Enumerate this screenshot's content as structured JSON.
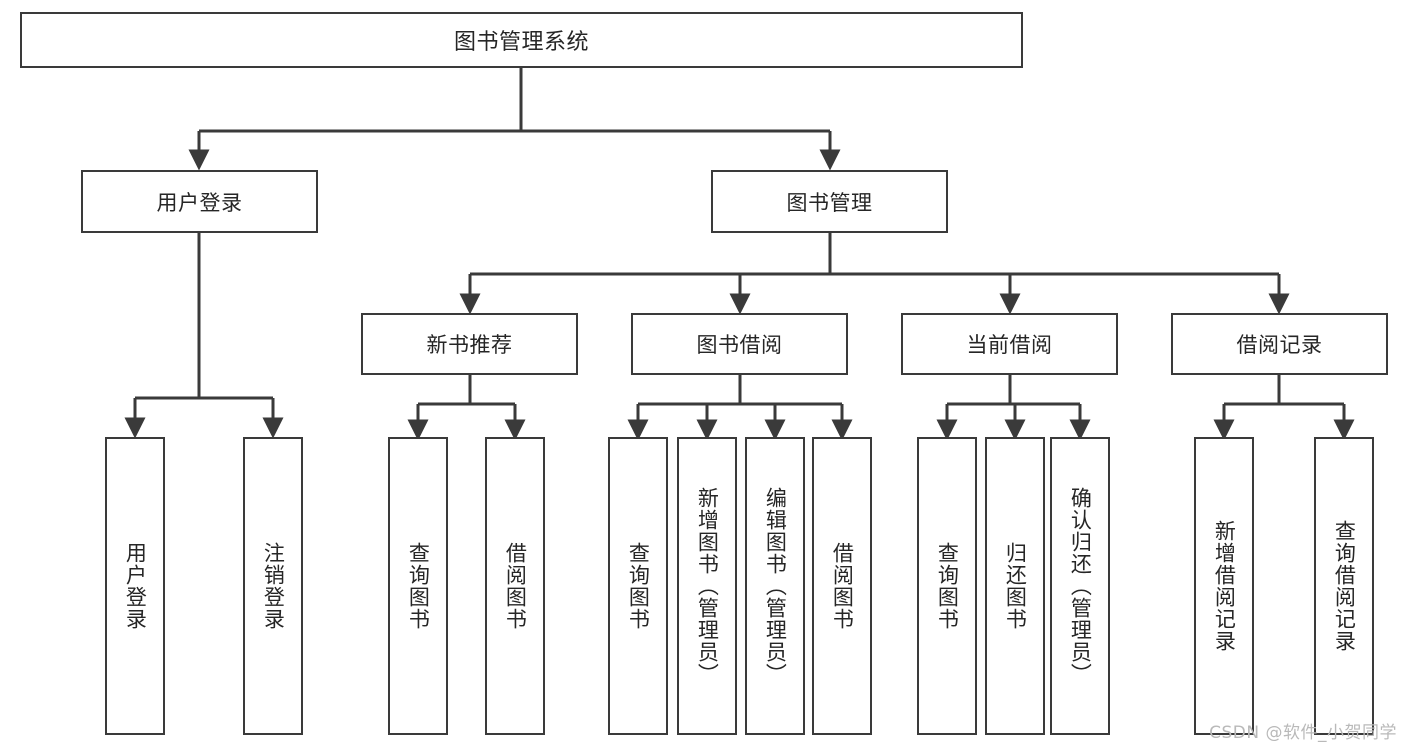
{
  "diagram": {
    "title": "图书管理系统",
    "type": "tree",
    "colors": {
      "box_border": "#3a3a3a",
      "box_fill": "#ffffff",
      "connector": "#3a3a3a",
      "text": "#262626",
      "watermark": "#b9b9b9",
      "background": "#ffffff"
    },
    "root": {
      "label": "图书管理系统"
    },
    "level2": [
      {
        "label": "用户登录"
      },
      {
        "label": "图书管理"
      }
    ],
    "level3": [
      {
        "label": "新书推荐"
      },
      {
        "label": "图书借阅"
      },
      {
        "label": "当前借阅"
      },
      {
        "label": "借阅记录"
      }
    ],
    "leaves": {
      "user_login": [
        {
          "label": "用户登录"
        },
        {
          "label": "注销登录"
        }
      ],
      "new_book": [
        {
          "label": "查询图书"
        },
        {
          "label": "借阅图书"
        }
      ],
      "book_borrow": [
        {
          "label": "查询图书"
        },
        {
          "label": "新增图书（管理员）"
        },
        {
          "label": "编辑图书（管理员）"
        },
        {
          "label": "借阅图书"
        }
      ],
      "current_borrow": [
        {
          "label": "查询图书"
        },
        {
          "label": "归还图书"
        },
        {
          "label": "确认归还（管理员）"
        }
      ],
      "borrow_record": [
        {
          "label": "新增借阅记录"
        },
        {
          "label": "查询借阅记录"
        }
      ]
    },
    "watermark": "CSDN @软件_小贺同学"
  },
  "chart_data": {
    "type": "table",
    "title": "图书管理系统",
    "nodes": [
      {
        "id": "root",
        "label": "图书管理系统",
        "level": 1,
        "parent": null
      },
      {
        "id": "l2-1",
        "label": "用户登录",
        "level": 2,
        "parent": "root"
      },
      {
        "id": "l2-2",
        "label": "图书管理",
        "level": 2,
        "parent": "root"
      },
      {
        "id": "l3-1",
        "label": "新书推荐",
        "level": 3,
        "parent": "l2-2"
      },
      {
        "id": "l3-2",
        "label": "图书借阅",
        "level": 3,
        "parent": "l2-2"
      },
      {
        "id": "l3-3",
        "label": "当前借阅",
        "level": 3,
        "parent": "l2-2"
      },
      {
        "id": "l3-4",
        "label": "借阅记录",
        "level": 3,
        "parent": "l2-2"
      },
      {
        "id": "l4-1",
        "label": "用户登录",
        "level": 4,
        "parent": "l2-1"
      },
      {
        "id": "l4-2",
        "label": "注销登录",
        "level": 4,
        "parent": "l2-1"
      },
      {
        "id": "l4-3",
        "label": "查询图书",
        "level": 4,
        "parent": "l3-1"
      },
      {
        "id": "l4-4",
        "label": "借阅图书",
        "level": 4,
        "parent": "l3-1"
      },
      {
        "id": "l4-5",
        "label": "查询图书",
        "level": 4,
        "parent": "l3-2"
      },
      {
        "id": "l4-6",
        "label": "新增图书（管理员）",
        "level": 4,
        "parent": "l3-2"
      },
      {
        "id": "l4-7",
        "label": "编辑图书（管理员）",
        "level": 4,
        "parent": "l3-2"
      },
      {
        "id": "l4-8",
        "label": "借阅图书",
        "level": 4,
        "parent": "l3-2"
      },
      {
        "id": "l4-9",
        "label": "查询图书",
        "level": 4,
        "parent": "l3-3"
      },
      {
        "id": "l4-10",
        "label": "归还图书",
        "level": 4,
        "parent": "l3-3"
      },
      {
        "id": "l4-11",
        "label": "确认归还（管理员）",
        "level": 4,
        "parent": "l3-3"
      },
      {
        "id": "l4-12",
        "label": "新增借阅记录",
        "level": 4,
        "parent": "l3-4"
      },
      {
        "id": "l4-13",
        "label": "查询借阅记录",
        "level": 4,
        "parent": "l3-4"
      }
    ]
  }
}
